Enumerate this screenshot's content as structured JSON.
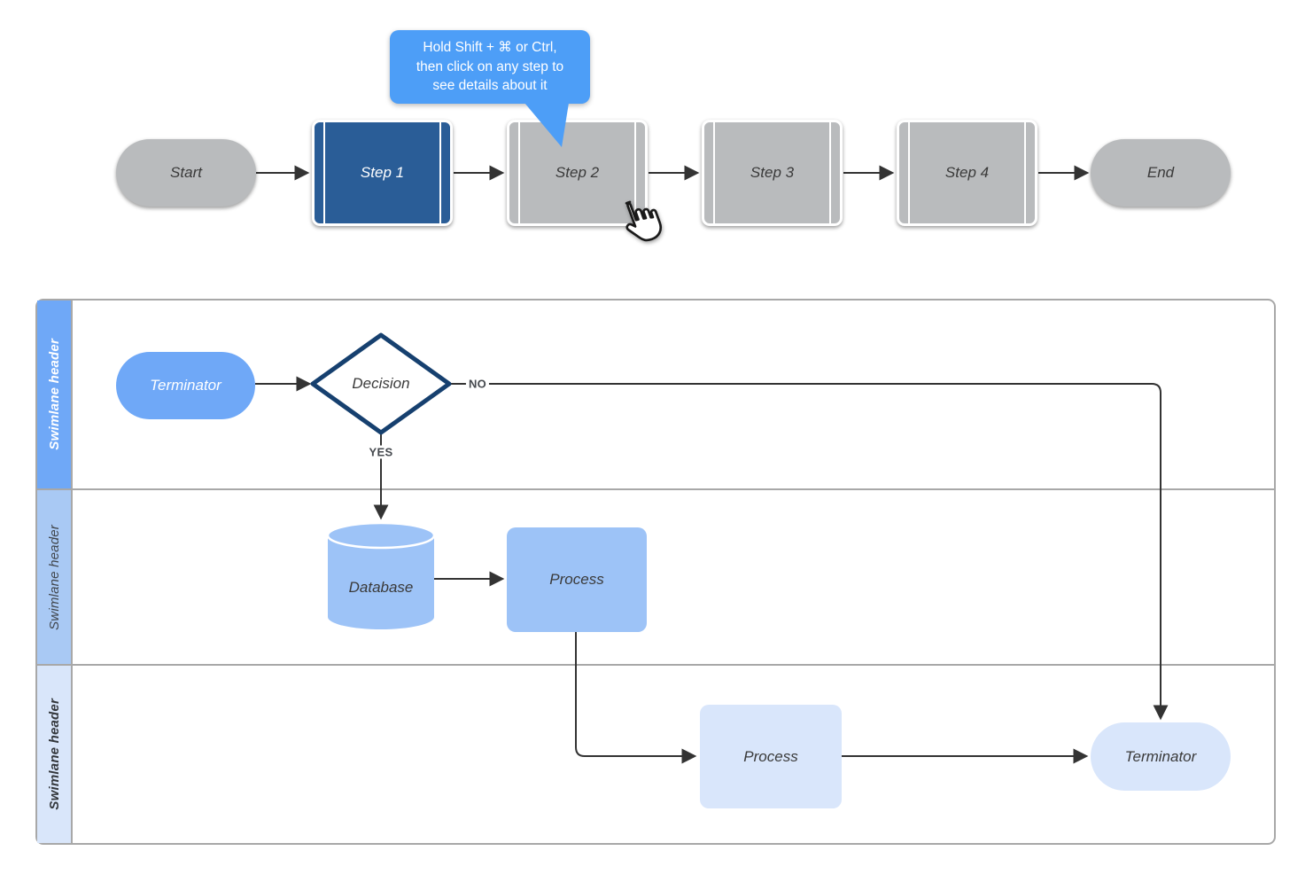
{
  "tooltip": {
    "text": "Hold Shift + ⌘ or Ctrl,\nthen click on any step to\nsee details about it"
  },
  "main_flow": {
    "start_label": "Start",
    "steps": [
      {
        "label": "Step 1",
        "active": true
      },
      {
        "label": "Step 2",
        "active": false
      },
      {
        "label": "Step 3",
        "active": false
      },
      {
        "label": "Step 4",
        "active": false
      }
    ],
    "end_label": "End"
  },
  "swimlanes": {
    "lanes": [
      {
        "header": "Swimlane header"
      },
      {
        "header": "Swimlane header"
      },
      {
        "header": "Swimlane header"
      }
    ]
  },
  "lane1": {
    "terminator_label": "Terminator",
    "decision_label": "Decision",
    "yes_label": "YES",
    "no_label": "NO"
  },
  "lane2": {
    "database_label": "Database",
    "process_label": "Process"
  },
  "lane3": {
    "process_label": "Process",
    "terminator_label": "Terminator"
  },
  "colors": {
    "active_step": "#2a5d97",
    "inactive_step": "#b9bbbd",
    "tooltip_blue": "#4d9ef7",
    "lane1_blue": "#6fa8f7",
    "lane2_blue": "#9dc3f7",
    "lane3_blue": "#d9e6fb",
    "decision_border": "#16406f"
  }
}
